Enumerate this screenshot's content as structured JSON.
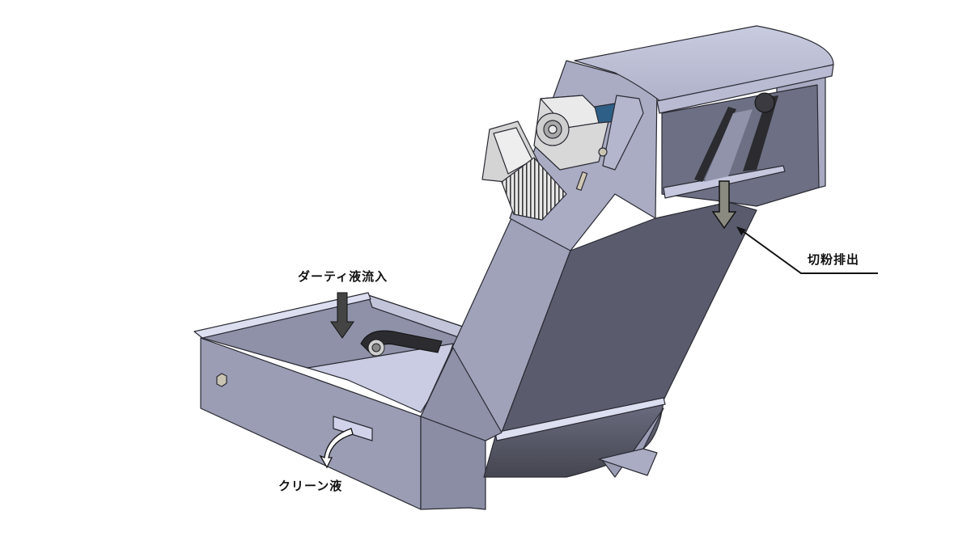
{
  "diagram": {
    "subject": "chip conveyor (3D CAD render)",
    "labels": {
      "dirty_inflow": "ダーティ液流入",
      "chip_discharge": "切粉排出",
      "clean_liquid": "クリーン液"
    },
    "arrows": [
      {
        "name": "dirty-inflow-arrow",
        "direction": "down"
      },
      {
        "name": "chip-discharge-arrow",
        "direction": "down"
      },
      {
        "name": "clean-liquid-arrow",
        "direction": "curved-down-left"
      },
      {
        "name": "chip-discharge-leader",
        "direction": "up-left"
      }
    ],
    "colors": {
      "panel_light": "#b3b6cc",
      "panel_mid": "#9a9db4",
      "panel_dark": "#5e6072",
      "panel_darker": "#4a4b5a",
      "edge": "#2a2a33",
      "highlight": "#dcdff0",
      "motor_body": "#d8d8d8",
      "bearing_blue": "#2e5f86"
    }
  }
}
